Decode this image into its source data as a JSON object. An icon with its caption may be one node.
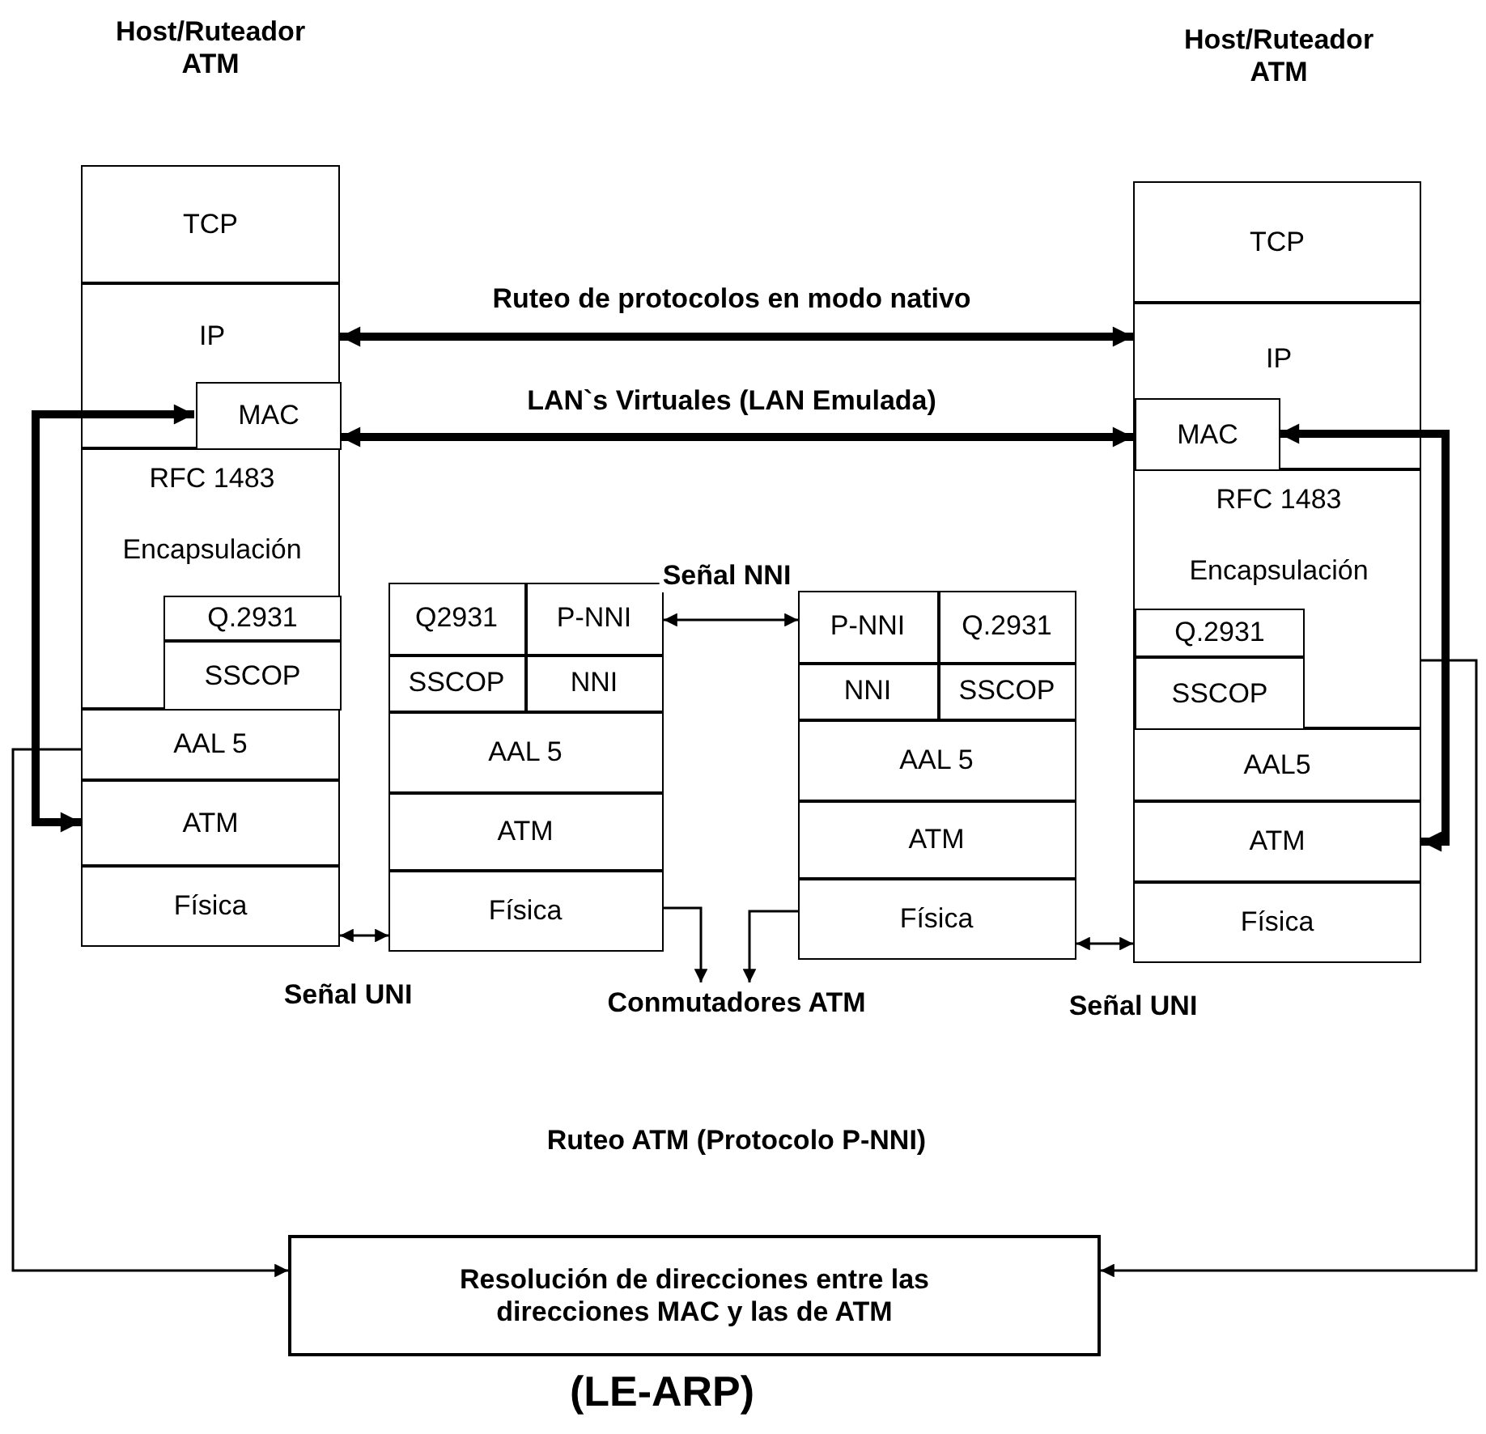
{
  "diagram": {
    "nodes": [
      {
        "text": [
          "Host/Ruteador ATM"
        ]
      },
      {
        "text": [
          "TCP"
        ],
        "in": 0
      },
      {
        "text": [
          "IP"
        ],
        "in": 0
      },
      {
        "text": [
          "MAC"
        ],
        "in": 2
      },
      {
        "text": [
          "RFC 1483",
          "Encapsulación"
        ],
        "in": 0
      },
      {
        "text": [
          "Q.2931"
        ],
        "in": 4
      },
      {
        "text": [
          "SSCOP"
        ],
        "in": 4
      },
      {
        "text": [
          "AAL 5"
        ],
        "in": 0
      },
      {
        "text": [
          "ATM"
        ],
        "in": 0
      },
      {
        "text": [
          "Física"
        ],
        "in": 0
      },
      {
        "text": [],
        "shape": "box"
      },
      {
        "text": [
          "Q2931"
        ],
        "in": 10
      },
      {
        "text": [
          "P-NNI"
        ],
        "in": 10
      },
      {
        "text": [
          "SSCOP"
        ],
        "in": 10
      },
      {
        "text": [
          "NNI"
        ],
        "in": 10
      },
      {
        "text": [
          "AAL 5"
        ],
        "in": 10
      },
      {
        "text": [
          "ATM"
        ],
        "in": 10
      },
      {
        "text": [
          "Física"
        ],
        "in": 10
      },
      {
        "text": [],
        "shape": "box"
      },
      {
        "text": [
          "P-NNI"
        ],
        "in": 18
      },
      {
        "text": [
          "Q.2931"
        ],
        "in": 18
      },
      {
        "text": [
          "NNI"
        ],
        "in": 18
      },
      {
        "text": [
          "SSCOP"
        ],
        "in": 18
      },
      {
        "text": [
          "AAL 5"
        ],
        "in": 18
      },
      {
        "text": [
          "ATM"
        ],
        "in": 18
      },
      {
        "text": [
          "Física"
        ],
        "in": 18
      },
      {
        "text": [
          "Host/Ruteador ATM"
        ]
      },
      {
        "text": [
          "TCP"
        ],
        "in": 26
      },
      {
        "text": [
          "IP"
        ],
        "in": 26
      },
      {
        "text": [
          "MAC"
        ],
        "in": 28
      },
      {
        "text": [
          "RFC 1483",
          "Encapsulación"
        ],
        "in": 26
      },
      {
        "text": [
          "Q.2931"
        ],
        "in": 30
      },
      {
        "text": [
          "SSCOP"
        ],
        "in": 30
      },
      {
        "text": [
          "AAL5"
        ],
        "in": 26
      },
      {
        "text": [
          "ATM"
        ],
        "in": 26
      },
      {
        "text": [
          "Física"
        ],
        "in": 26
      },
      {
        "text": [
          "Conmutadores ATM"
        ]
      },
      {
        "text": [
          "Resolución de direcciones entre las direcciones MAC y las de ATM"
        ],
        "beside": [
          "(LE-ARP)"
        ]
      }
    ],
    "edges": [
      {
        "from": 2,
        "to": 28,
        "arrow": "both",
        "label": "Ruteo de protocolos en modo nativo",
        "style": "thick"
      },
      {
        "from": 3,
        "to": 29,
        "arrow": "both",
        "label": "LAN`s Virtuales (LAN Emulada)",
        "style": "thick"
      },
      {
        "from": 3,
        "to": 8,
        "arrow": "both",
        "style": "thick"
      },
      {
        "from": 29,
        "to": 34,
        "arrow": "both",
        "style": "thick"
      },
      {
        "from": 0,
        "to": 37,
        "arrow": "to"
      },
      {
        "from": 26,
        "to": 37,
        "arrow": "to"
      },
      {
        "from": 12,
        "to": 19,
        "arrow": "both",
        "label": "Señal NNI"
      },
      {
        "from": 17,
        "to": 36,
        "arrow": "to"
      },
      {
        "from": 25,
        "to": 36,
        "arrow": "to"
      },
      {
        "from": 0,
        "to": 10,
        "arrow": "both",
        "label": "Señal UNI"
      },
      {
        "from": 18,
        "to": 26,
        "arrow": "both",
        "label": "Señal UNI"
      }
    ],
    "labels": [
      "Ruteo ATM (Protocolo P-NNI)"
    ]
  }
}
